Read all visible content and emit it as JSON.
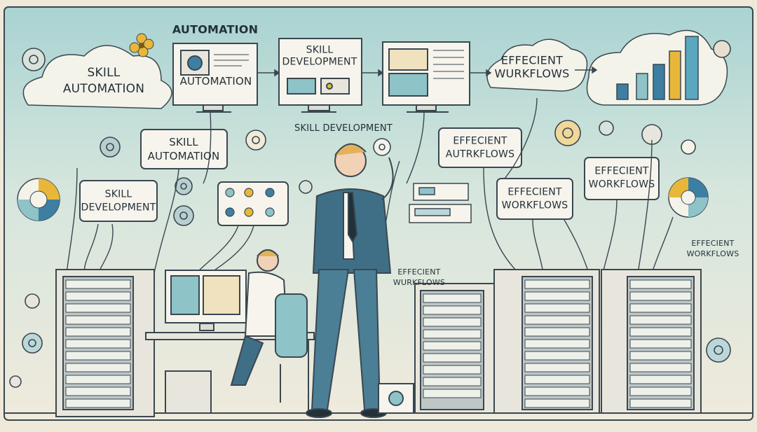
{
  "labels": {
    "automation_top": "AUTOMATION",
    "cloud_left_line1": "SKILL",
    "cloud_left_line2": "AUTOMATION",
    "monitor1_caption": "AUTOMATION",
    "monitor2_line1": "SKILL",
    "monitor2_line2": "DEVELOPMENT",
    "cloud_center_line1": "EFFECIENT",
    "cloud_center_line2": "WURKFLOWS",
    "box_skill_automation_line1": "SKILL",
    "box_skill_automation_line2": "AUTOMATION",
    "skill_development_float": "SKILL DEVELOPMENT",
    "box_skill_development_line1": "SKILL",
    "box_skill_development_line2": "DEVELOPMENT",
    "box_effecient_1_line1": "EFFECIENT",
    "box_effecient_1_line2": "AUTRKFLOWS",
    "box_effecient_2_line1": "EFFECIENT",
    "box_effecient_2_line2": "WORKFLOWS",
    "box_effecient_3_line1": "EFFECIENT",
    "box_effecient_3_line2": "WORKFLOWS",
    "right_float_line1": "EFFECIENT",
    "right_float_line2": "WORKFLOWS",
    "rack_label_line1": "EFFECIENT",
    "rack_label_line2": "WURKFLOWS"
  },
  "colors": {
    "background": "#efe9da",
    "teal": "#8ec3c8",
    "ink": "#23303a",
    "blue": "#3d7fa3",
    "yellow": "#e8b73a",
    "suit": "#3f6f86"
  }
}
